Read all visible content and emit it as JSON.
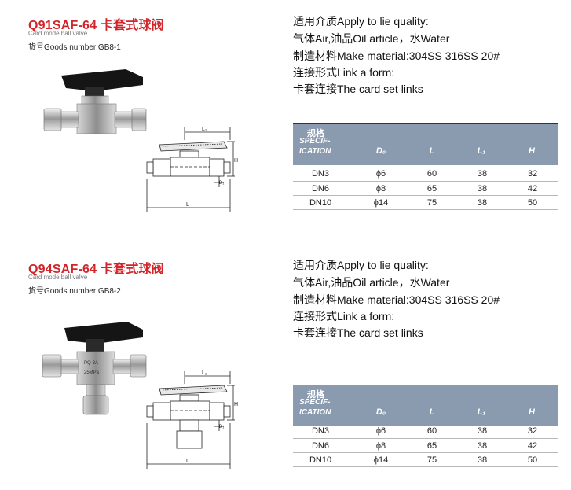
{
  "products": [
    {
      "title": "Q91SAF-64 卡套式球阀",
      "subtitle": "Card mode ball valve",
      "goods_number": "货号Goods number:GB8-1",
      "specs": [
        "适用介质Apply to lie quality:",
        "气体Air,油品Oil article，水Water",
        "制造材料Make material:304SS 316SS 20#",
        "连接形式Link a form:",
        "卡套连接The card set links"
      ],
      "table": {
        "header_cn": "规格",
        "header_en_1": "SPECIF-",
        "header_en_2": "ICATION",
        "columns": [
          "D₀",
          "L",
          "L₁",
          "H"
        ],
        "rows": [
          {
            "size": "DN3",
            "d0": "ϕ6",
            "l": "60",
            "l1": "38",
            "h": "32"
          },
          {
            "size": "DN6",
            "d0": "ϕ8",
            "l": "65",
            "l1": "38",
            "h": "42"
          },
          {
            "size": "DN10",
            "d0": "ϕ14",
            "l": "75",
            "l1": "38",
            "h": "50"
          }
        ]
      },
      "drawing_labels": {
        "l1": "L₁",
        "h": "H",
        "d": "D₁",
        "l": "L"
      }
    },
    {
      "title": "Q94SAF-64 卡套式球阀",
      "subtitle": "Card mode ball valve",
      "goods_number": "货号Goods number:GB8-2",
      "specs": [
        "适用介质Apply to lie quality:",
        "气体Air,油品Oil article，水Water",
        "制造材料Make material:304SS 316SS 20#",
        "连接形式Link a form:",
        "卡套连接The card set links"
      ],
      "table": {
        "header_cn": "规格",
        "header_en_1": "SPECIF-",
        "header_en_2": "ICATION",
        "columns": [
          "D₀",
          "L",
          "L₁",
          "H"
        ],
        "rows": [
          {
            "size": "DN3",
            "d0": "ϕ6",
            "l": "60",
            "l1": "38",
            "h": "32"
          },
          {
            "size": "DN6",
            "d0": "ϕ8",
            "l": "65",
            "l1": "38",
            "h": "42"
          },
          {
            "size": "DN10",
            "d0": "ϕ14",
            "l": "75",
            "l1": "38",
            "h": "50"
          }
        ]
      },
      "drawing_labels": {
        "l1": "L₁",
        "h": "H",
        "d": "D₁",
        "l": "L"
      },
      "valve_marks": [
        "PQ-3A",
        "25MPa"
      ]
    }
  ]
}
